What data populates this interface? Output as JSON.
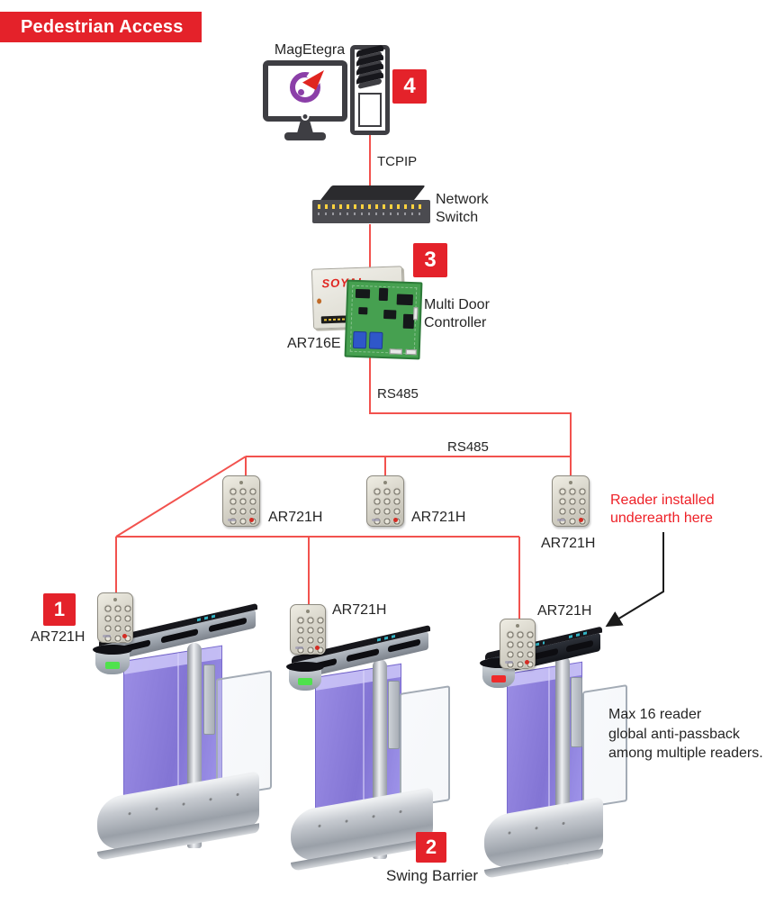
{
  "banner": {
    "title": "Pedestrian Access"
  },
  "workstation": {
    "label": "MagEtegra"
  },
  "badges": {
    "b1": "1",
    "b2": "2",
    "b3": "3",
    "b4": "4"
  },
  "links": {
    "tcpip": "TCPIP",
    "rs485_top": "RS485",
    "rs485_bus": "RS485"
  },
  "network_switch": {
    "line1": "Network",
    "line2": "Switch"
  },
  "controller": {
    "brand": "SOYAL",
    "model": "AR716E",
    "desc_line1": "Multi Door",
    "desc_line2": "Controller"
  },
  "reader": {
    "model": "AR721H"
  },
  "swing_barrier": {
    "label": "Swing Barrier"
  },
  "annotation": {
    "line1": "Reader installed",
    "line2": "underearth here"
  },
  "note": {
    "line1": "Max 16 reader",
    "line2": "global anti-passback",
    "line3": "among multiple readers."
  },
  "colors": {
    "accent_red": "#e4222a",
    "wire_red": "#f2524e",
    "annotation_red": "#ee1f26"
  }
}
